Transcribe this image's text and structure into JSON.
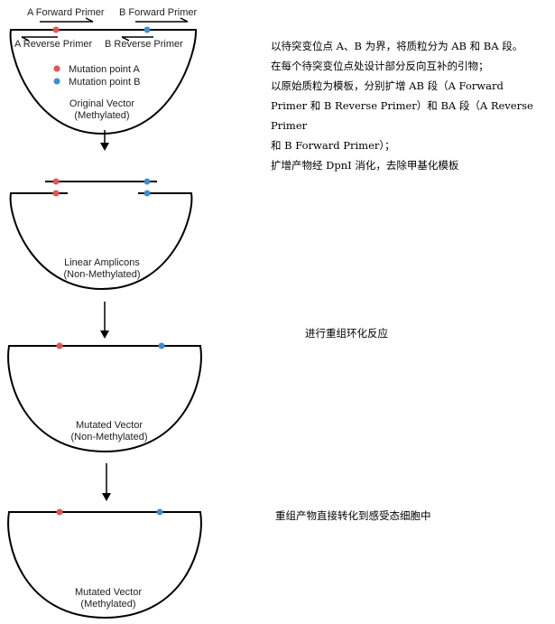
{
  "colors": {
    "mutation_a": "#e8534f",
    "mutation_b": "#3b8fd1",
    "line": "#000000"
  },
  "stage1": {
    "a_forward_primer": "A Forward Primer",
    "b_forward_primer": "B Forward Primer",
    "a_reverse_primer": "A Reverse Primer",
    "b_reverse_primer": "B Reverse Primer",
    "legend_a": "Mutation point A",
    "legend_b": "Mutation point B",
    "title_line1": "Original Vector",
    "title_line2": "(Methylated)"
  },
  "stage2": {
    "title_line1": "Linear Amplicons",
    "title_line2": "(Non-Methylated)"
  },
  "stage3": {
    "title_line1": "Mutated Vector",
    "title_line2": "(Non-Methylated)"
  },
  "stage4": {
    "title_line1": "Mutated Vector",
    "title_line2": "(Methylated)"
  },
  "notes": {
    "step1_lines": [
      "以待突变位点 A、B 为界，将质粒分为 AB 和 BA 段。",
      "在每个待突变位点处设计部分反向互补的引物；",
      "以原始质粒为模板，分别扩增 AB 段（A Forward",
      "Primer 和 B Reverse Primer）和 BA 段（A Reverse Primer",
      "和 B Forward Primer）；",
      "扩增产物经 DpnI 消化，去除甲基化模板"
    ],
    "step2": "进行重组环化反应",
    "step3": "重组产物直接转化到感受态细胞中"
  }
}
